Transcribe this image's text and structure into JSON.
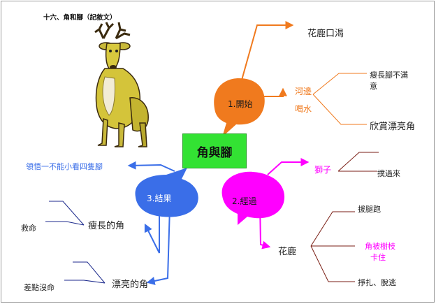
{
  "title": "十六、角和腳（記敘文）",
  "center": "角與腳",
  "branches": {
    "start": {
      "label": "1.開始",
      "top": "花鹿口渴",
      "sub1": "河邊",
      "sub2": "喝水",
      "leaf1": "瘦長腳不滿意",
      "leaf1_line1": "瘦長腳不滿",
      "leaf1_line2": "意",
      "leaf2": "欣賞漂亮角"
    },
    "process": {
      "label": "2.經過",
      "lion": "獅子",
      "lion_leaf": "撲過來",
      "deer": "花鹿",
      "deer_leaf1": "拔腿跑",
      "deer_leaf2": "角被樹枝卡住",
      "deer_leaf2_line1": "角被樹枝",
      "deer_leaf2_line2": "卡住",
      "deer_leaf3": "掙扎、脫逃"
    },
    "result": {
      "label": "3.結果",
      "lesson": "領悟一不能小看四隻腳",
      "legs": "瘦長的角",
      "legs_leaf": "救命",
      "horns": "漂亮的角",
      "horns_leaf": "差點沒命"
    }
  },
  "colors": {
    "start": "#f07a1e",
    "process": "#ff00ff",
    "result": "#3a6ee8",
    "center": "#33e233",
    "dark_line": "#7a1e14",
    "navy_line": "#1c2a8c"
  }
}
